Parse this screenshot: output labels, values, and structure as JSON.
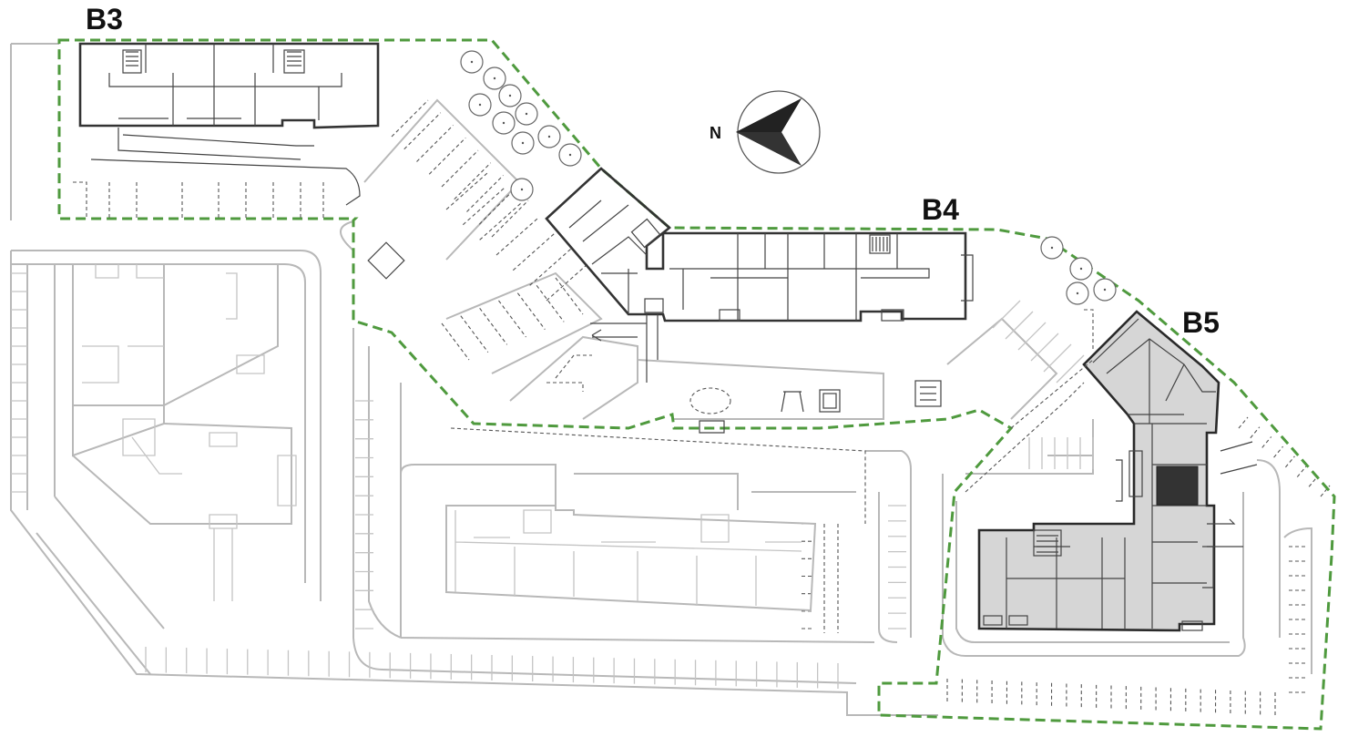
{
  "map": {
    "buildings": [
      {
        "id": "b3",
        "label": "B3"
      },
      {
        "id": "b4",
        "label": "B4"
      },
      {
        "id": "b5",
        "label": "B5"
      }
    ],
    "compass": {
      "label": "N"
    },
    "colors": {
      "boundary": "#4f9a3e",
      "highlight_fill": "#d6d6d6",
      "selected_unit": "#333333",
      "context_lines": "#b8b8b8"
    },
    "legend_icons": [
      "north-arrow-icon",
      "stair-icon",
      "tree-icon"
    ]
  }
}
